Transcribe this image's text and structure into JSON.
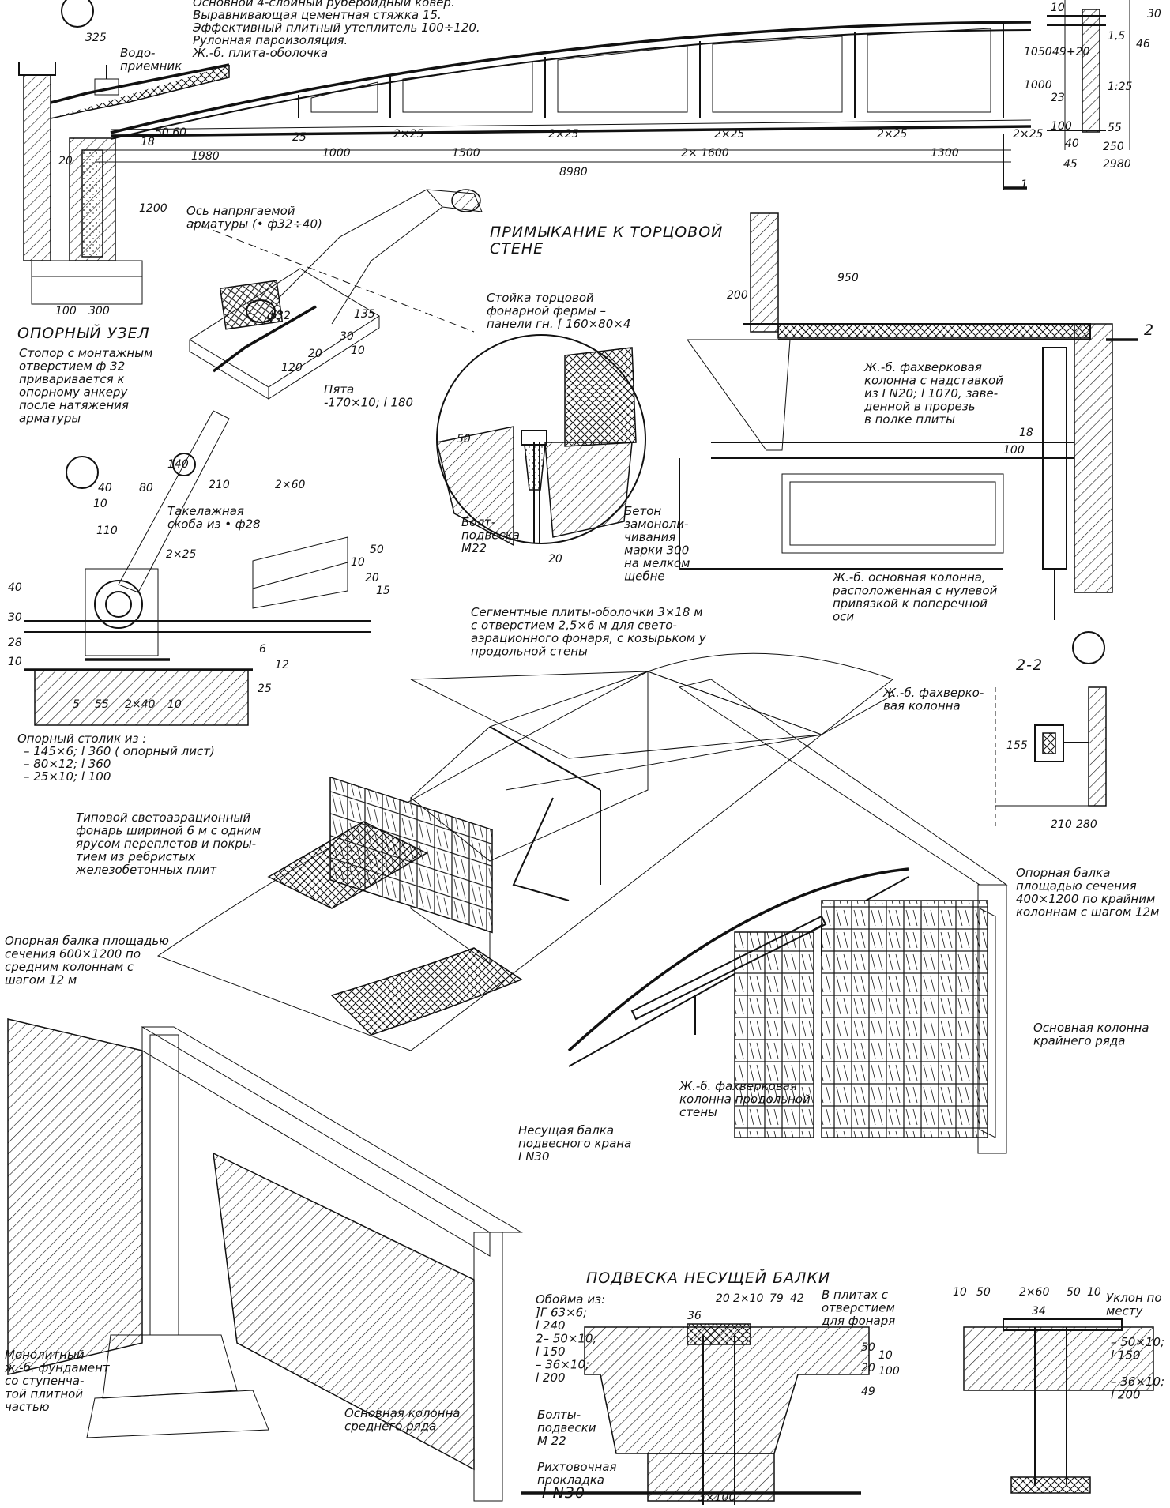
{
  "top_section": {
    "roof_layers": [
      "Основной 4-слойный рубероидный ковер.",
      "Выравнивающая цементная стяжка 15.",
      "Эффективный плитный утеплитель 100÷120.",
      "Рулонная пароизоляция.",
      "Ж.-б. плита-оболочка"
    ],
    "water_intake": "Водо-\nприемник",
    "dims_top": [
      "325",
      "2×25",
      "2×25",
      "2×25",
      "2×25",
      "2×25",
      "25"
    ],
    "dims_spans": [
      "1980",
      "1000",
      "1500",
      "2× 1600",
      "1300"
    ],
    "dim_total": "8980",
    "dims_left": [
      "18",
      "50,60",
      "20",
      "1200"
    ],
    "dims_right": [
      "10",
      "1050",
      "49+20",
      "1000",
      "23",
      "100",
      "1,5",
      "1:25",
      "46",
      "30",
      "55",
      "40",
      "250",
      "45",
      "2980"
    ],
    "section_mark": "1"
  },
  "support_node": {
    "title": "ОПОРНЫЙ УЗЕЛ",
    "prestress_axis": "Ось напрягаемой\nарматуры (• ф32÷40)",
    "dims": [
      "ф32",
      "135",
      "30",
      "10",
      "20",
      "120",
      "100",
      "300"
    ],
    "stopper": "Стопор с монтажным\nотверстием ф 32\nприваривается к\nопорному анкеру\nпосле натяжения\nарматуры",
    "heel": "Пята\n-170×10; l 180"
  },
  "rigging": {
    "bracket": "Такелажная\nскоба из • ф28",
    "dims": [
      "40",
      "80",
      "140",
      "210",
      "2×60",
      "10",
      "110",
      "2×25",
      "50",
      "10",
      "20",
      "15",
      "30",
      "40",
      "10",
      "28",
      "6",
      "12",
      "25",
      "5",
      "55",
      "2×40",
      "10"
    ],
    "table_title": "Опорный столик из :",
    "table_items": [
      "– 145×6; l 360 ( опорный лист)",
      "– 80×12; l 360",
      "– 25×10; l 100"
    ]
  },
  "end_wall": {
    "title": "ПРИМЫКАНИЕ К ТОРЦОВОЙ\nСТЕНЕ",
    "post": "Стойка торцовой\nфонарной фермы –\nпанели гн. [ 160×80×4",
    "bolt": "Болт-\nподвеска\nМ22",
    "concrete": "Бетон\nзамонoли-\nчивания\nмарки 300\nна мелком\nщебне",
    "dims": [
      "50",
      "20",
      "200",
      "950",
      "100",
      "18"
    ],
    "fachwerk": "Ж.-б. фахверковая\nколонна с надставкой\nиз I N20; l 1070, заве-\nденной в прорезь\nв полке плиты",
    "main_col": "Ж.-б. основная колонна,\nрасположенная с нулевой\nпривязкой к поперечной\nоси",
    "section_mark": "2"
  },
  "section_22": {
    "title": "2-2",
    "label": "Ж.-б. фахверко-\nвая колонна",
    "dims": [
      "155",
      "210",
      "280"
    ]
  },
  "iso": {
    "segment_plates": "Сегментные плиты-оболочки 3×18 м\nс отверстием 2,5×6 м для свето-\nаэрационного фонаря, с козырьком у\nпродольной стены",
    "lantern": "Типовой светоаэрационный\nфонарь шириной 6 м с одним\nярусом переплетов и покры-\nтием из ребристых\nжелезобетонных плит",
    "beam_mid": "Опорная балка площадью\nсечения 600×1200 по\nсредним колоннам с\nшагом 12 м",
    "beam_edge": "Опорная балка\nплощадью сечения\n400×1200 по крайним\nколоннам с шагом 12м",
    "col_edge": "Основная колонна\nкрайнего ряда",
    "fachwerk_long": "Ж.-б. фахверковая\nколонна продольной\nстены",
    "crane_beam": "Несущая балка\nподвесного крана\nI N30",
    "foundation": "Монолитный\nж.-б. фундамент\nсо ступенча-\nтой плитной\nчастью",
    "col_mid": "Основная колонна\nсреднего ряда"
  },
  "suspension": {
    "title": "ПОДВЕСКА НЕСУЩЕЙ БАЛКИ",
    "clip": "Обойма из:\n]Г 63×6;\nl 240\n2– 50×10;\nl 150\n– 36×10;\nl 200",
    "plates_hole": "В плитах с\nотверстием\nдля фонаря",
    "bolts": "Болты-\nподвески\nМ 22",
    "shim": "Рихтовочная\nпрокладка",
    "beam": "I N30",
    "slope": "Уклон по\nместу",
    "dims_left": [
      "20",
      "2×10",
      "79",
      "42",
      "36",
      "50",
      "20",
      "49",
      "10",
      "100",
      "3×100"
    ],
    "dims_right": [
      "10",
      "50",
      "2×60",
      "50",
      "10",
      "34"
    ],
    "side_items": [
      "– 50×10;\nl 150",
      "– 36×10;\nl 200"
    ]
  }
}
